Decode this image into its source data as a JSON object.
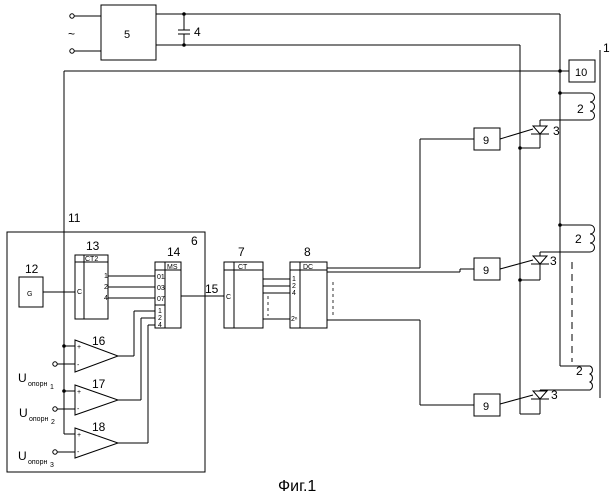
{
  "figure": {
    "caption": "Фиг.1"
  },
  "blocks": {
    "b1": "1",
    "b2": "2",
    "b3": "3",
    "b4": "4",
    "b5": "5",
    "b6": "6",
    "b7": "7",
    "b8": "8",
    "b9": "9",
    "b10": "10",
    "b11": "11",
    "b12": "12",
    "b13": "13",
    "b14": "14",
    "b15": "15",
    "b16": "16",
    "b17": "17",
    "b18": "18"
  },
  "symbols": {
    "generator": "G",
    "counter2": "CT2",
    "mux": "MS",
    "counter": "CT",
    "decoder": "DC",
    "clock_input": "C",
    "ac_symbol": "~",
    "u_main": "U",
    "u_sub": "опорн",
    "u_idx1": "1",
    "u_idx2": "2",
    "u_idx3": "3",
    "plus": "+",
    "minus": "-"
  },
  "pins": {
    "ct2_out": [
      "1",
      "2",
      "4"
    ],
    "ms_in": [
      "01",
      "03",
      "07"
    ],
    "ms_addr": [
      "1",
      "2",
      "4"
    ],
    "dc_in": [
      "1",
      "2",
      "4"
    ],
    "dc_n": "2ⁿ"
  }
}
